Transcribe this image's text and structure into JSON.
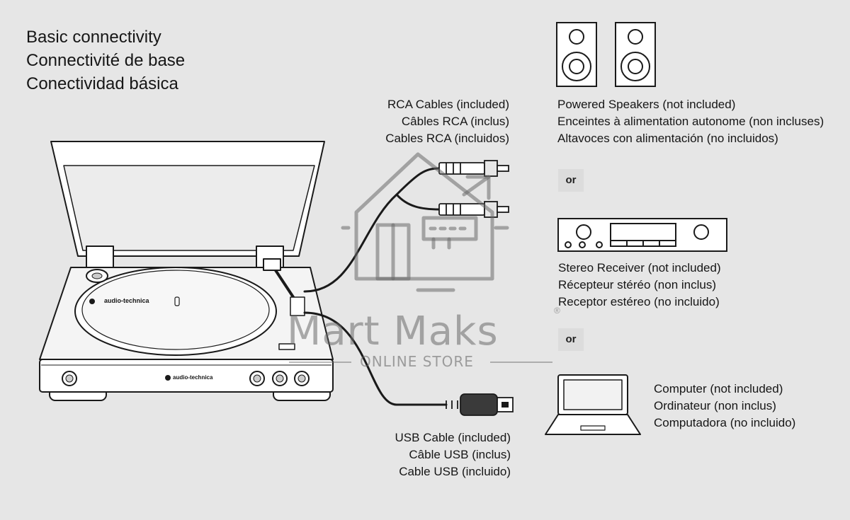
{
  "title": {
    "lines": [
      "Basic connectivity",
      "Connectivité de base",
      "Conectividad básica"
    ]
  },
  "rca_cables": {
    "lines": [
      "RCA Cables (included)",
      "Câbles RCA (inclus)",
      "Cables RCA (incluidos)"
    ]
  },
  "powered_speakers": {
    "lines": [
      "Powered Speakers (not included)",
      "Enceintes à alimentation autonome (non incluses)",
      "Altavoces con alimentación (no incluidos)"
    ]
  },
  "stereo_receiver": {
    "lines": [
      "Stereo Receiver (not included)",
      "Récepteur stéréo (non inclus)",
      "Receptor estéreo (no incluido)"
    ]
  },
  "computer": {
    "lines": [
      "Computer (not included)",
      "Ordinateur (non inclus)",
      "Computadora (no incluido)"
    ]
  },
  "usb_cable": {
    "lines": [
      "USB Cable (included)",
      "Câble USB (inclus)",
      "Cable USB (incluido)"
    ]
  },
  "separators": {
    "or_1": "or",
    "or_2": "or"
  },
  "turntable": {
    "brand_platter": "audio-technica",
    "brand_front": "audio-technica"
  },
  "watermark": {
    "name": "Mart Maks",
    "registered": "®",
    "subtitle": "ONLINE STORE"
  },
  "colors": {
    "background": "#e6e6e6",
    "line": "#1a1a1a",
    "fill": "#ffffff",
    "watermark": "#696969"
  }
}
